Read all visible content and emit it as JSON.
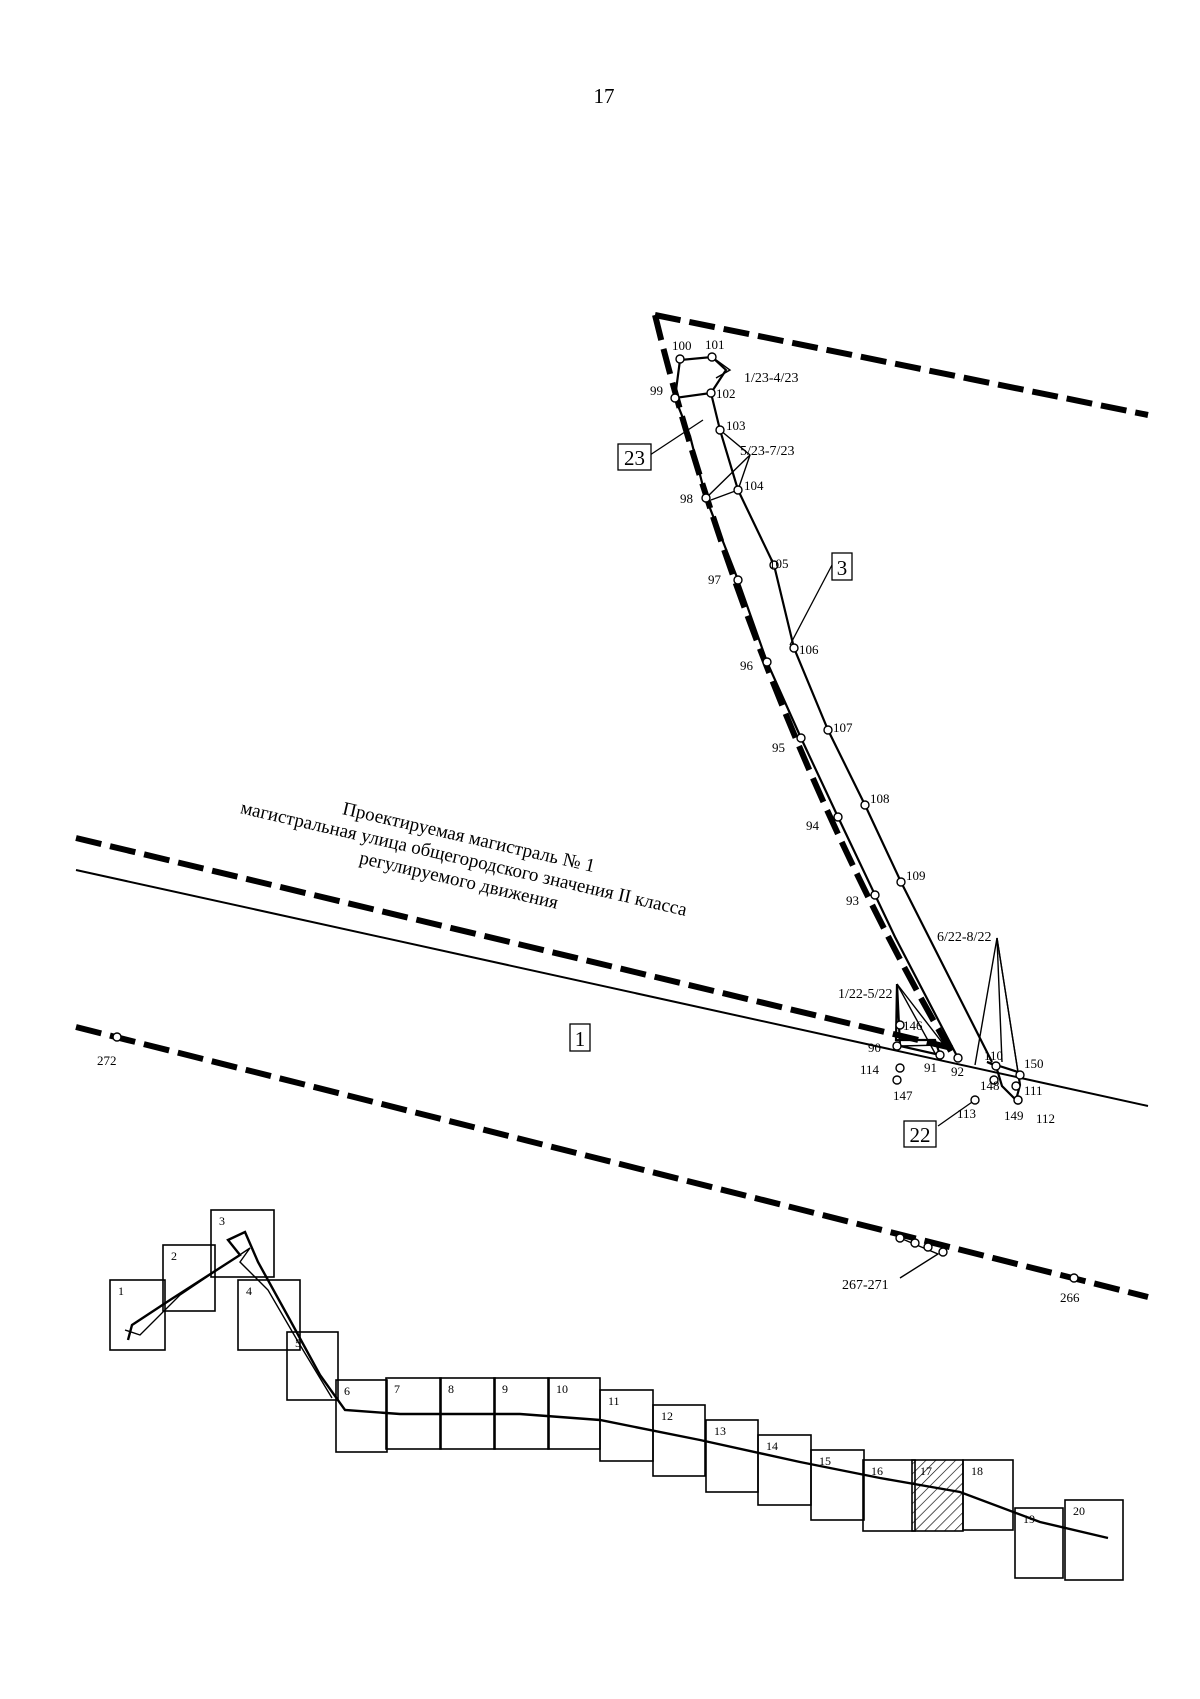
{
  "page_number": "17",
  "title_lines": [
    "Проектируемая магистраль № 1",
    "магистральная улица общегородского значения II класса",
    "регулируемого движения"
  ],
  "plot_numbers": [
    "1",
    "3",
    "22",
    "23"
  ],
  "group_labels": [
    "1/23-4/23",
    "5/23-7/23",
    "1/22-5/22",
    "6/22-8/22",
    "267-271"
  ],
  "points": [
    {
      "label": "100"
    },
    {
      "label": "101"
    },
    {
      "label": "99"
    },
    {
      "label": "102"
    },
    {
      "label": "103"
    },
    {
      "label": "98"
    },
    {
      "label": "104"
    },
    {
      "label": "105"
    },
    {
      "label": "97"
    },
    {
      "label": "106"
    },
    {
      "label": "96"
    },
    {
      "label": "107"
    },
    {
      "label": "95"
    },
    {
      "label": "108"
    },
    {
      "label": "94"
    },
    {
      "label": "109"
    },
    {
      "label": "93"
    },
    {
      "label": "146"
    },
    {
      "label": "90"
    },
    {
      "label": "91"
    },
    {
      "label": "92"
    },
    {
      "label": "110"
    },
    {
      "label": "150"
    },
    {
      "label": "114"
    },
    {
      "label": "147"
    },
    {
      "label": "148"
    },
    {
      "label": "111"
    },
    {
      "label": "113"
    },
    {
      "label": "149"
    },
    {
      "label": "112"
    },
    {
      "label": "272"
    },
    {
      "label": "266"
    }
  ],
  "index_sheets": [
    "1",
    "2",
    "3",
    "4",
    "5",
    "6",
    "7",
    "8",
    "9",
    "10",
    "11",
    "12",
    "13",
    "14",
    "15",
    "16",
    "17",
    "18",
    "19",
    "20"
  ],
  "highlighted_sheet": "17"
}
